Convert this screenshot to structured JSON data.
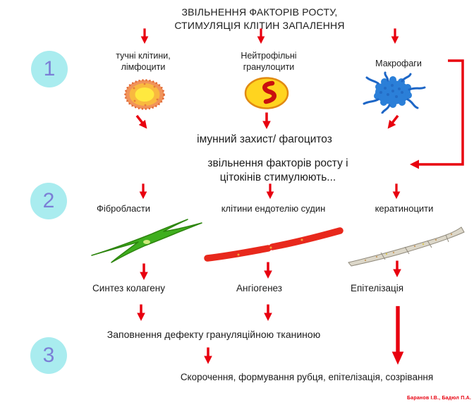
{
  "colors": {
    "arrow": "#e8000f",
    "phase_circle_fill": "#a9ecef",
    "phase_number": "#7b7fd6",
    "attribution": "#e8000f"
  },
  "header": {
    "title": "ЗВІЛЬНЕННЯ ФАКТОРІВ РОСТУ,\nСТИМУЛЯЦІЯ КЛІТИН ЗАПАЛЕННЯ"
  },
  "phase_markers": [
    {
      "label": "1"
    },
    {
      "label": "2"
    },
    {
      "label": "3"
    }
  ],
  "stage1": {
    "cells": [
      {
        "label": "тучні клітини,\nлімфоцити",
        "icon": "mast-cell-icon"
      },
      {
        "label": "Нейтрофільні\nгранулоцити",
        "icon": "neutrophil-icon"
      },
      {
        "label": "Макрофаги",
        "icon": "macrophage-icon"
      }
    ],
    "outcome": "імунний захист/ фагоцитоз"
  },
  "transition_text": "звільнення факторів росту і\nцітокінів стимулюють...",
  "stage2": {
    "cells": [
      {
        "label": "Фібробласти",
        "icon": "fibroblast-icon",
        "result": "Синтез колагену"
      },
      {
        "label": "клітини ендотелію судин",
        "icon": "endothelial-cell-icon",
        "result": "Ангіогенез"
      },
      {
        "label": "кератиноцити",
        "icon": "keratinocyte-icon",
        "result": "Епітелізація"
      }
    ]
  },
  "stage3": {
    "granulation_text": "Заповнення дефекту грануляційною тканиною",
    "final_text": "Скорочення, формування рубця, епітелізація, созрівання"
  },
  "attribution": "Баранов І.В., Бадюл П.А."
}
